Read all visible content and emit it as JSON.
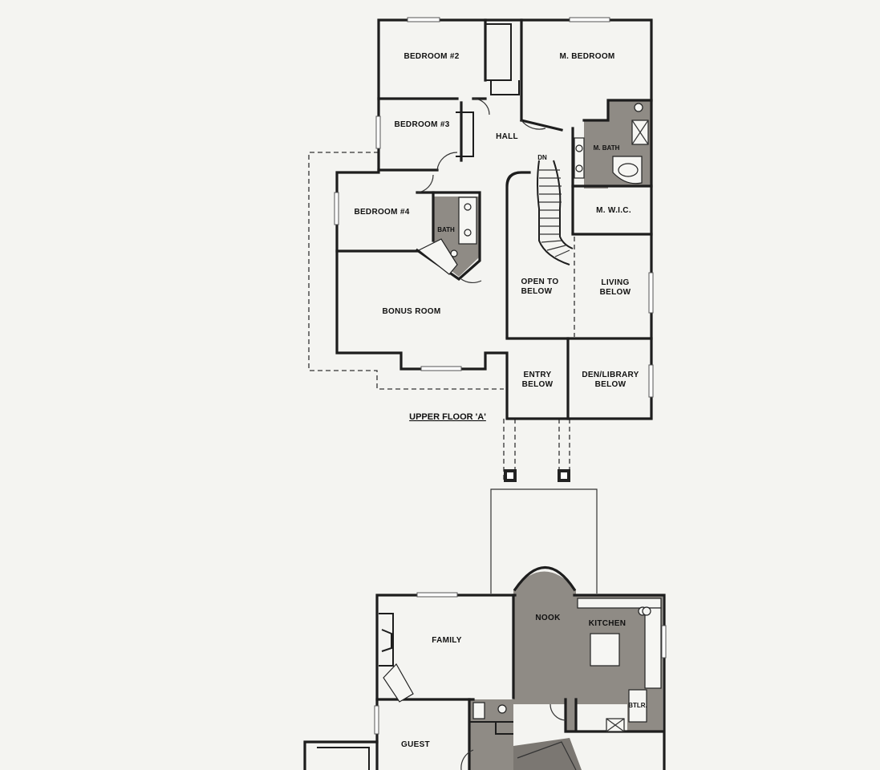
{
  "upper_floor": {
    "title": "UPPER FLOOR 'A'",
    "rooms": {
      "bedroom2": "BEDROOM #2",
      "master_bedroom": "M. BEDROOM",
      "bedroom3": "BEDROOM #3",
      "hall": "HALL",
      "stair_down": "DN",
      "master_bath": "M. BATH",
      "bedroom4": "BEDROOM #4",
      "bath": "BATH",
      "master_wic": "M. W.I.C.",
      "open_to_below_1": "OPEN TO",
      "open_to_below_2": "BELOW",
      "living_below_1": "LIVING",
      "living_below_2": "BELOW",
      "bonus_room": "BONUS ROOM",
      "entry_below_1": "ENTRY",
      "entry_below_2": "BELOW",
      "den_below_1": "DEN/LIBRARY",
      "den_below_2": "BELOW"
    }
  },
  "main_floor": {
    "rooms": {
      "family": "FAMILY",
      "nook": "NOOK",
      "kitchen": "KITCHEN",
      "guest": "GUEST",
      "butler": "BTLR."
    }
  },
  "colors": {
    "background": "#f4f4f1",
    "wall": "#1d1d1d",
    "shaded_area": "#8f8b85"
  }
}
